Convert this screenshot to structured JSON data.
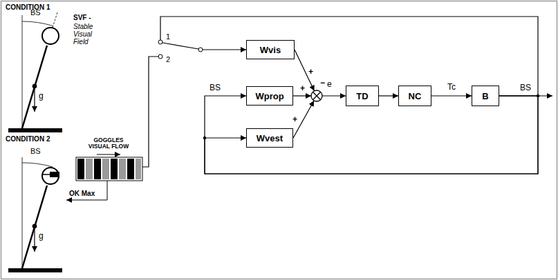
{
  "diagram": {
    "nodes": [
      {
        "text": [
          "Wvis"
        ]
      },
      {
        "text": [
          "Wprop"
        ]
      },
      {
        "text": [
          "Wvest"
        ]
      },
      {
        "text": [
          "TD"
        ]
      },
      {
        "text": [
          "NC"
        ]
      },
      {
        "text": [
          "B"
        ]
      }
    ],
    "edges": [
      {
        "from": 3,
        "to": 4,
        "arrow": "to"
      },
      {
        "from": 4,
        "to": 5,
        "label": "Tc",
        "arrow": "to"
      },
      {
        "from": 5,
        "to": 1,
        "label": "BS",
        "arrow": "to"
      },
      {
        "from": 5,
        "to": 2,
        "arrow": "to"
      }
    ],
    "labels": [
      "CONDITION 1",
      "BS",
      "SVF -",
      "Stable Visual Field",
      "g",
      "CONDITION 2",
      "BS",
      "GOGGLES VISUAL FLOW",
      "OK Max",
      "g",
      "1",
      "2",
      "+",
      "+",
      "+",
      "−",
      "e",
      "BS"
    ]
  }
}
